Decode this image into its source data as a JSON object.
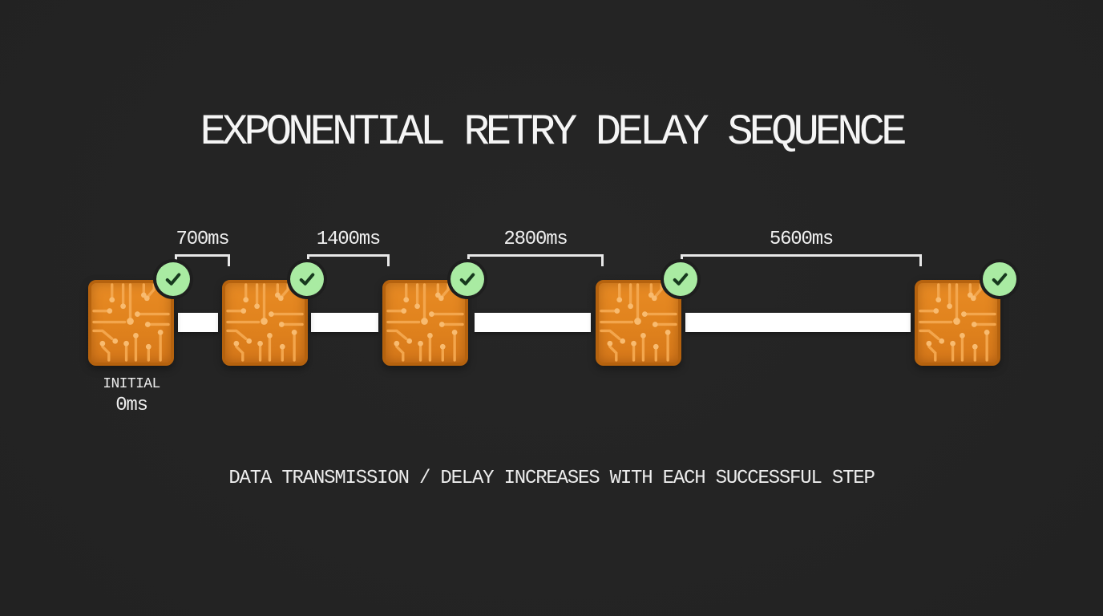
{
  "title": "EXPONENTIAL RETRY DELAY SEQUENCE",
  "caption": "DATA TRANSMISSION / DELAY INCREASES WITH EACH SUCCESSFUL STEP",
  "initial": {
    "label": "INITIAL",
    "value": "0ms"
  },
  "delays": [
    "700ms",
    "1400ms",
    "2800ms",
    "5600ms"
  ],
  "node_count": 5,
  "icons": {
    "node": "circuit-chip-icon",
    "status": "checkmark-icon"
  },
  "colors": {
    "background": "#222222",
    "text": "#f2f2f2",
    "chip_fill": "#e0821d",
    "chip_border": "#b5620e",
    "chip_trace": "#f3a64d",
    "chip_pad": "#f8bb70",
    "badge_fill": "#a9eba2",
    "badge_check": "#17391e",
    "badge_ring": "#1e1e1e",
    "connector": "#ffffff",
    "bracket": "#e8e8e8"
  }
}
